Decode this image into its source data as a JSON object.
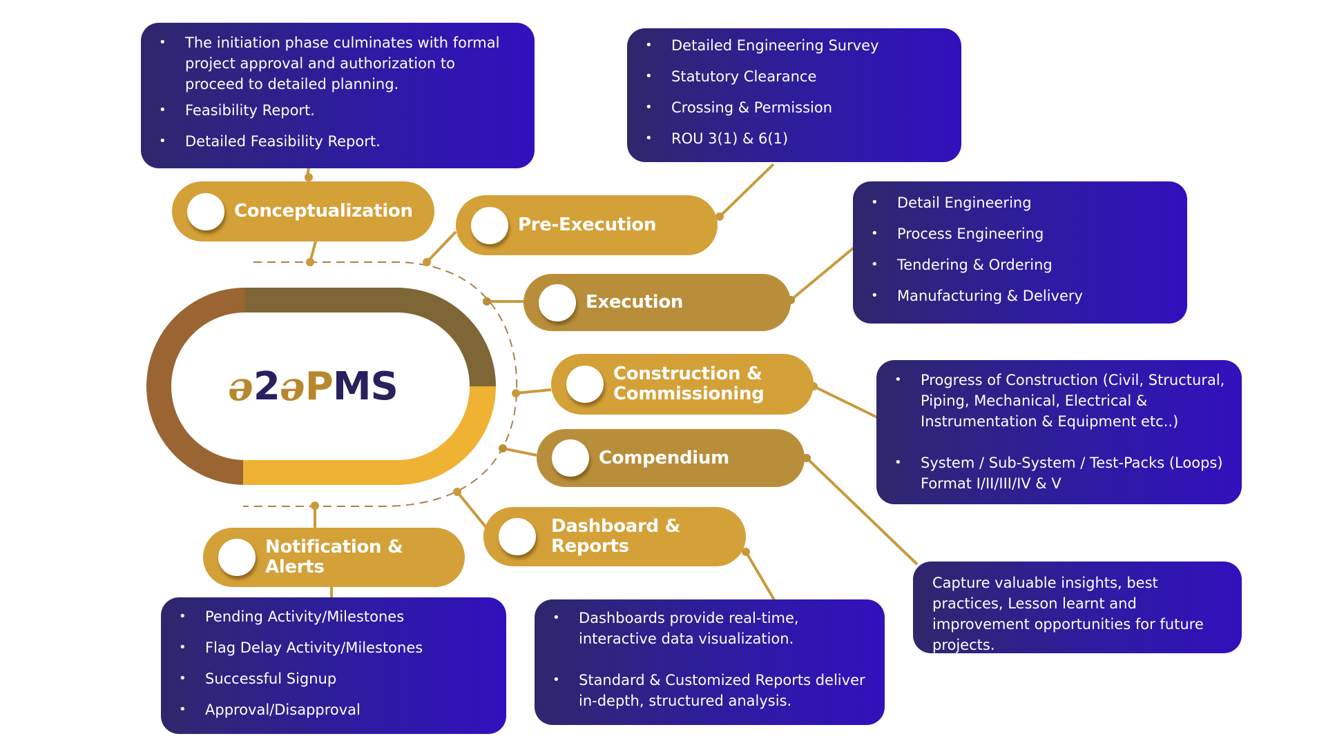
{
  "logo": {
    "swirl_glyph": "ə",
    "parts": [
      "2",
      "P",
      "MS"
    ],
    "full_name": "e2ePMS"
  },
  "colors": {
    "pill_gold": "#d4a038",
    "pill_dark_gold": "#b98e3a",
    "box_gradient_start": "#2f276c",
    "box_gradient_end": "#3210bd",
    "ring_left": "#9a6533",
    "ring_top": "#7f6637",
    "ring_bottom": "#efb233",
    "logo_navy": "#28215e"
  },
  "phases": [
    {
      "id": "conceptualization",
      "label_lines": [
        "Conceptualization"
      ],
      "details": [
        "The initiation phase culminates with formal project approval and authorization to proceed to detailed planning.",
        "Feasibility Report.",
        "Detailed Feasibility Report."
      ]
    },
    {
      "id": "pre-execution",
      "label_lines": [
        "Pre-Execution"
      ],
      "details": [
        "Detailed Engineering Survey",
        "Statutory Clearance",
        "Crossing & Permission",
        "ROU 3(1) & 6(1)"
      ]
    },
    {
      "id": "execution",
      "label_lines": [
        "Execution"
      ],
      "details": [
        "Detail Engineering",
        "Process Engineering",
        "Tendering & Ordering",
        "Manufacturing & Delivery"
      ]
    },
    {
      "id": "construction-commissioning",
      "label_lines": [
        "Construction &",
        "Commissioning"
      ],
      "details": [
        "Progress of Construction (Civil, Structural, Piping, Mechanical, Electrical & Instrumentation & Equipment etc..)",
        "System / Sub-System / Test-Packs (Loops) Format I/II/III/IV & V"
      ]
    },
    {
      "id": "compendium",
      "label_lines": [
        "Compendium"
      ],
      "details": [
        "Capture valuable insights, best practices, Lesson learnt and improvement opportunities for future projects."
      ]
    },
    {
      "id": "dashboard-reports",
      "label_lines": [
        "Dashboard &",
        "Reports"
      ],
      "details": [
        "Dashboards provide real-time, interactive data visualization.",
        "Standard & Customized Reports deliver in-depth, structured analysis."
      ]
    },
    {
      "id": "notification-alerts",
      "label_lines": [
        "Notification &",
        "Alerts"
      ],
      "details": [
        "Pending Activity/Milestones",
        "Flag Delay Activity/Milestones",
        "Successful Signup",
        "Approval/Disapproval"
      ]
    }
  ]
}
